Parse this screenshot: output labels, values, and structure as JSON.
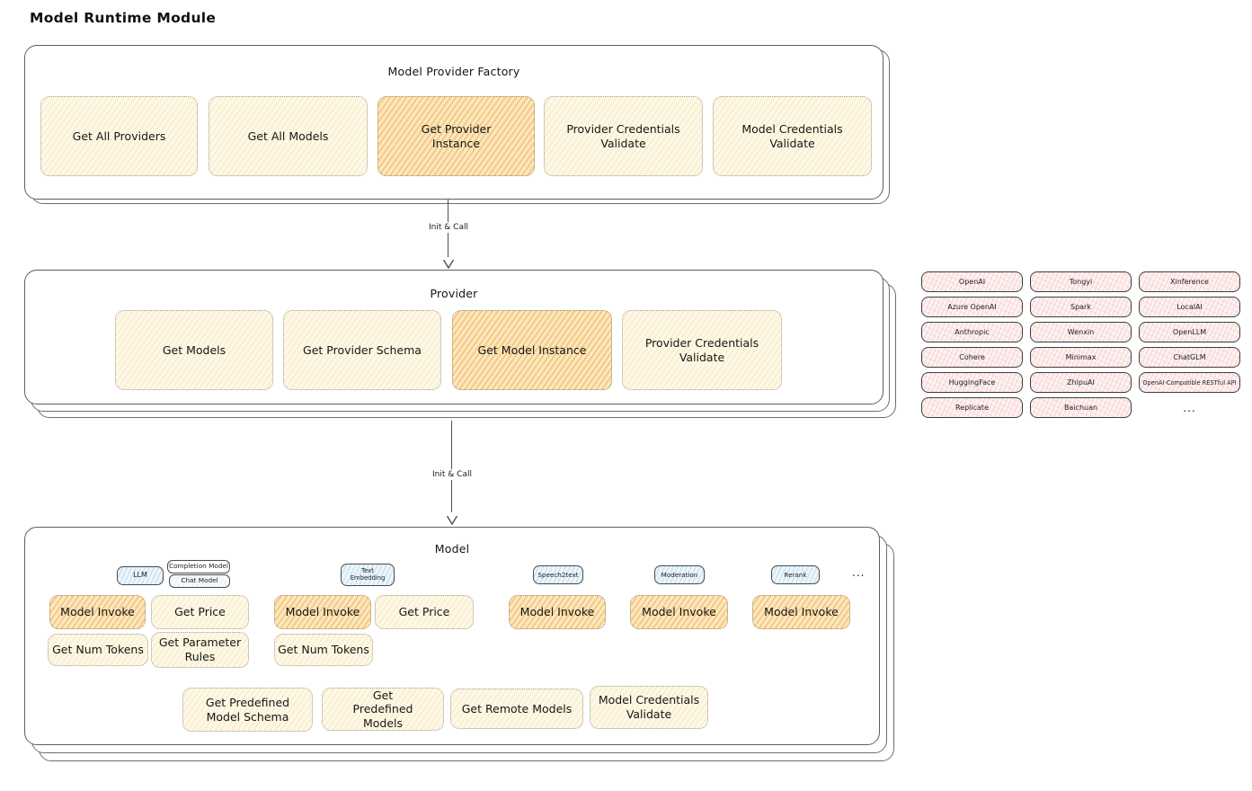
{
  "page": {
    "title": "Model Runtime Module"
  },
  "arrows": {
    "top_label": "Init & Call",
    "bottom_label": "Init & Call"
  },
  "factory": {
    "title": "Model Provider Factory",
    "buttons": [
      {
        "label": "Get All Providers",
        "highlight": false
      },
      {
        "label": "Get All Models",
        "highlight": false
      },
      {
        "label": "Get Provider Instance",
        "highlight": true
      },
      {
        "label": "Provider Credentials Validate",
        "highlight": false
      },
      {
        "label": "Model Credentials Validate",
        "highlight": false
      }
    ]
  },
  "provider": {
    "title": "Provider",
    "buttons": [
      {
        "label": "Get Models",
        "highlight": false
      },
      {
        "label": "Get Provider Schema",
        "highlight": false
      },
      {
        "label": "Get Model Instance",
        "highlight": true
      },
      {
        "label": "Provider Credentials Validate",
        "highlight": false
      }
    ]
  },
  "providers_grid": {
    "items": [
      "OpenAI",
      "Tongyi",
      "Xinference",
      "Azure OpenAI",
      "Spark",
      "LocalAI",
      "Anthropic",
      "Wenxin",
      "OpenLLM",
      "Cohere",
      "Minimax",
      "ChatGLM",
      "HuggingFace",
      "ZhipuAI",
      "OpenAI-Compatible RESTful API",
      "Replicate",
      "Baichuan",
      "..."
    ]
  },
  "model": {
    "title": "Model",
    "tabs": {
      "llm": "LLM",
      "completion": "Completion Model",
      "chat": "Chat Model",
      "embedding": "Text Embedding",
      "speech": "Speech2text",
      "moderation": "Moderation",
      "rerank": "Rerank",
      "more": "..."
    },
    "actions": {
      "invoke_llm": "Model Invoke",
      "price_llm": "Get Price",
      "tokens_llm": "Get Num Tokens",
      "params_llm": "Get Parameter Rules",
      "invoke_embedding": "Model Invoke",
      "price_embedding": "Get Price",
      "tokens_embedding": "Get Num Tokens",
      "invoke_speech": "Model Invoke",
      "invoke_moderation": "Model Invoke",
      "invoke_rerank": "Model Invoke",
      "schema": "Get Predefined Model Schema",
      "predefined": "Get Predefined Models",
      "remote": "Get Remote Models",
      "validate": "Model Credentials Validate"
    }
  }
}
